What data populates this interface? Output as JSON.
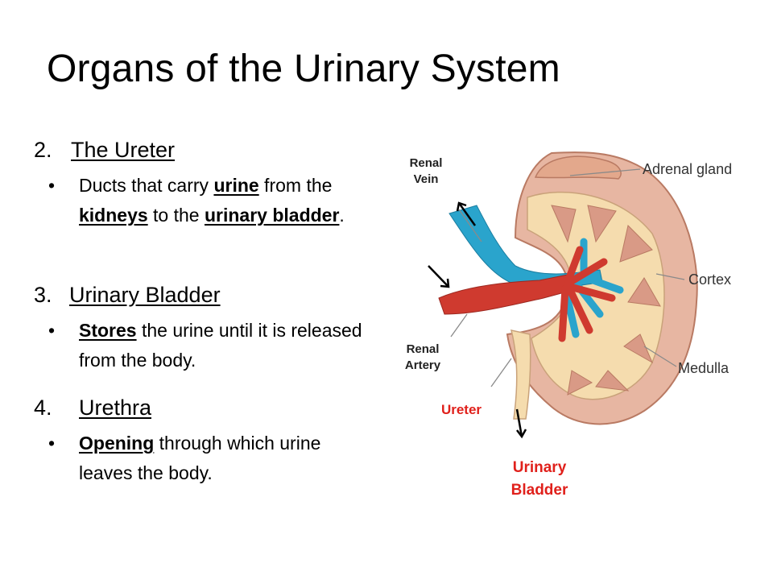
{
  "title": "Organs of the Urinary System",
  "sections": [
    {
      "number": "2.",
      "heading": "The Ureter",
      "bullet": {
        "pre": "Ducts that carry ",
        "k1": "urine",
        "mid1": " from the ",
        "k2": "kidneys",
        "mid2": " to the ",
        "k3": "urinary bladder",
        "post": "."
      }
    },
    {
      "number": "3.",
      "heading": "Urinary Bladder",
      "bullet": {
        "k1": "Stores",
        "post": " the urine until it is released from the body."
      }
    },
    {
      "number": "4.",
      "heading": "Urethra",
      "bullet": {
        "k1": "Opening",
        "post": " through which urine leaves the body."
      }
    }
  ],
  "bullet_glyph": "•",
  "diagram": {
    "renal_vein": [
      "Renal",
      "Vein"
    ],
    "renal_artery": [
      "Renal",
      "Artery"
    ],
    "adrenal_gland": "Adrenal gland",
    "cortex": "Cortex",
    "medulla": "Medulla",
    "ureter": "Ureter",
    "urinary_bladder": [
      "Urinary",
      "Bladder"
    ],
    "colors": {
      "cortex": "#e7b6a2",
      "medulla": "#d99a86",
      "pelvis": "#f5dcae",
      "vein": "#2aa4cc",
      "artery": "#cf3a2f",
      "red_label": "#e0201b",
      "leader": "#8a8a8a"
    }
  }
}
